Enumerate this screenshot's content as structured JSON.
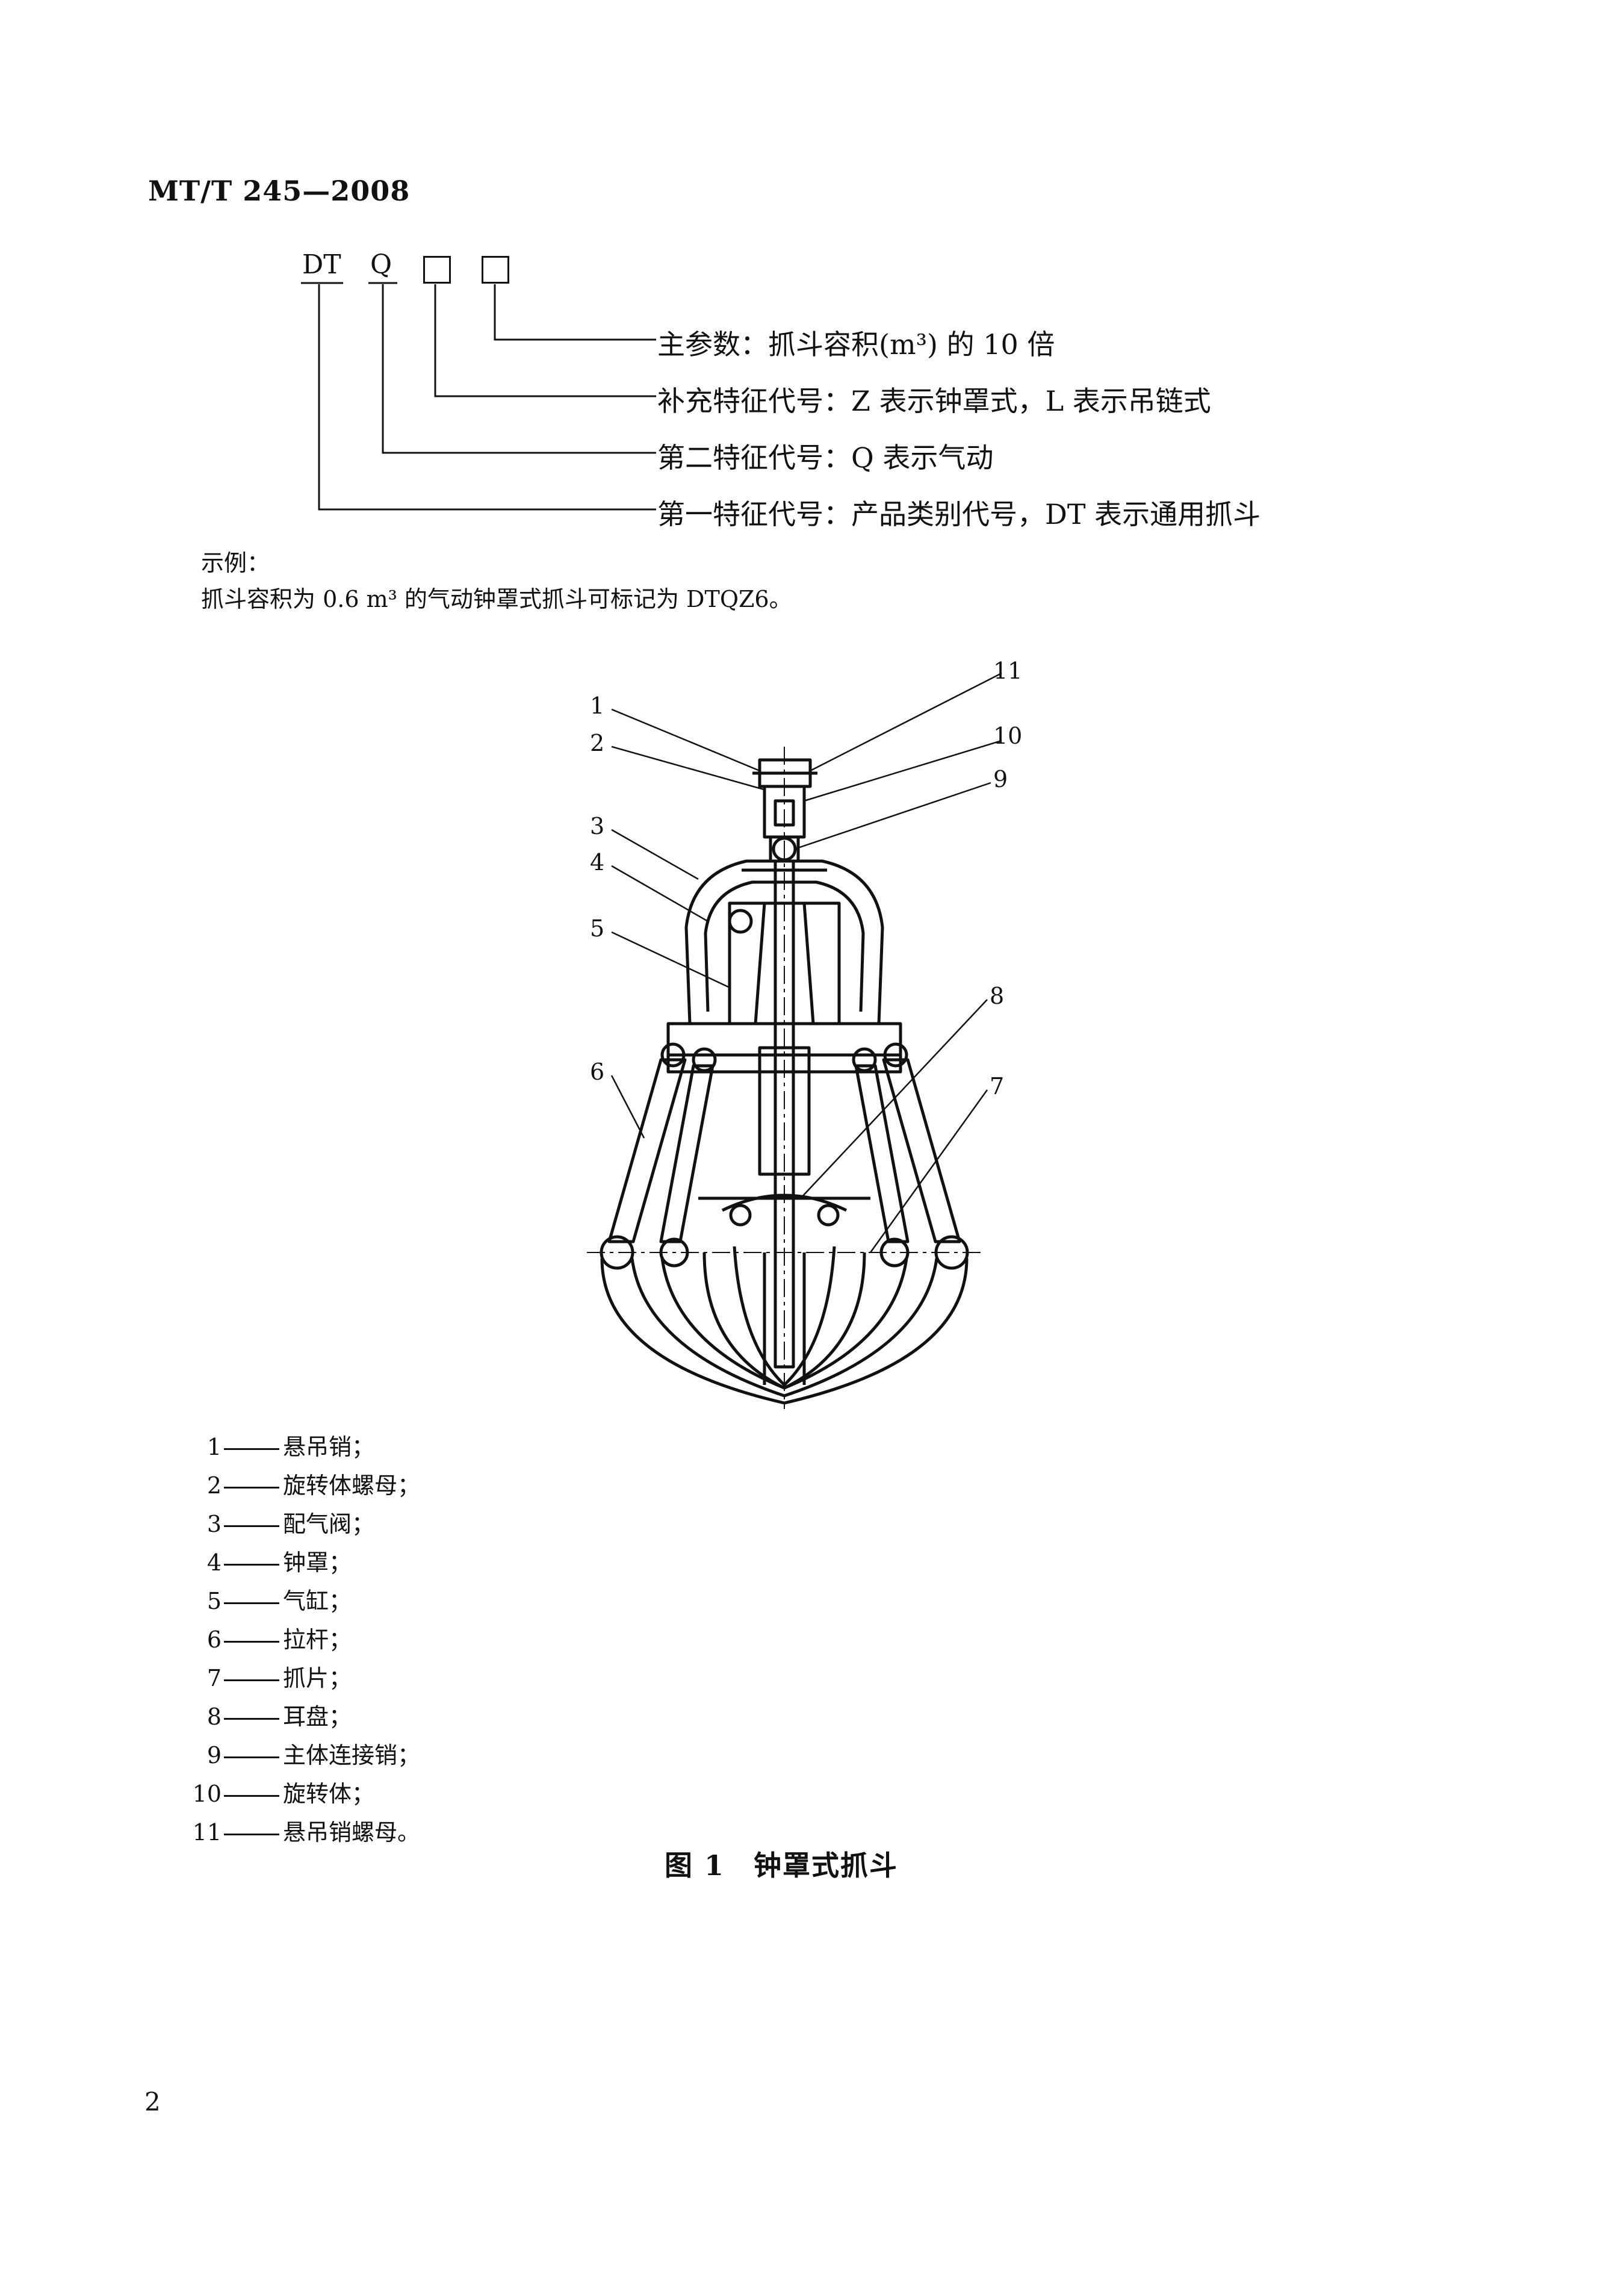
{
  "header": {
    "standard_code": "MT/T 245—2008"
  },
  "code_diagram": {
    "segments": [
      "DT",
      "Q"
    ],
    "placeholders": 2,
    "descriptions": [
      "主参数：抓斗容积(m³) 的 10 倍",
      "补充特征代号：Z 表示钟罩式，L 表示吊链式",
      "第二特征代号：Q 表示气动",
      "第一特征代号：产品类别代号，DT 表示通用抓斗"
    ]
  },
  "example": {
    "label": "示例：",
    "text": "抓斗容积为 0.6 m³ 的气动钟罩式抓斗可标记为 DTQZ6。"
  },
  "figure": {
    "callout_labels": [
      "1",
      "2",
      "3",
      "4",
      "5",
      "6",
      "7",
      "8",
      "9",
      "10",
      "11"
    ],
    "legend": [
      {
        "num": "1",
        "text": "悬吊销；"
      },
      {
        "num": "2",
        "text": "旋转体螺母；"
      },
      {
        "num": "3",
        "text": "配气阀；"
      },
      {
        "num": "4",
        "text": "钟罩；"
      },
      {
        "num": "5",
        "text": "气缸；"
      },
      {
        "num": "6",
        "text": "拉杆；"
      },
      {
        "num": "7",
        "text": "抓片；"
      },
      {
        "num": "8",
        "text": "耳盘；"
      },
      {
        "num": "9",
        "text": "主体连接销；"
      },
      {
        "num": "10",
        "text": "旋转体；"
      },
      {
        "num": "11",
        "text": "悬吊销螺母。"
      }
    ],
    "caption": "图 1　钟罩式抓斗"
  },
  "page_number": "2"
}
